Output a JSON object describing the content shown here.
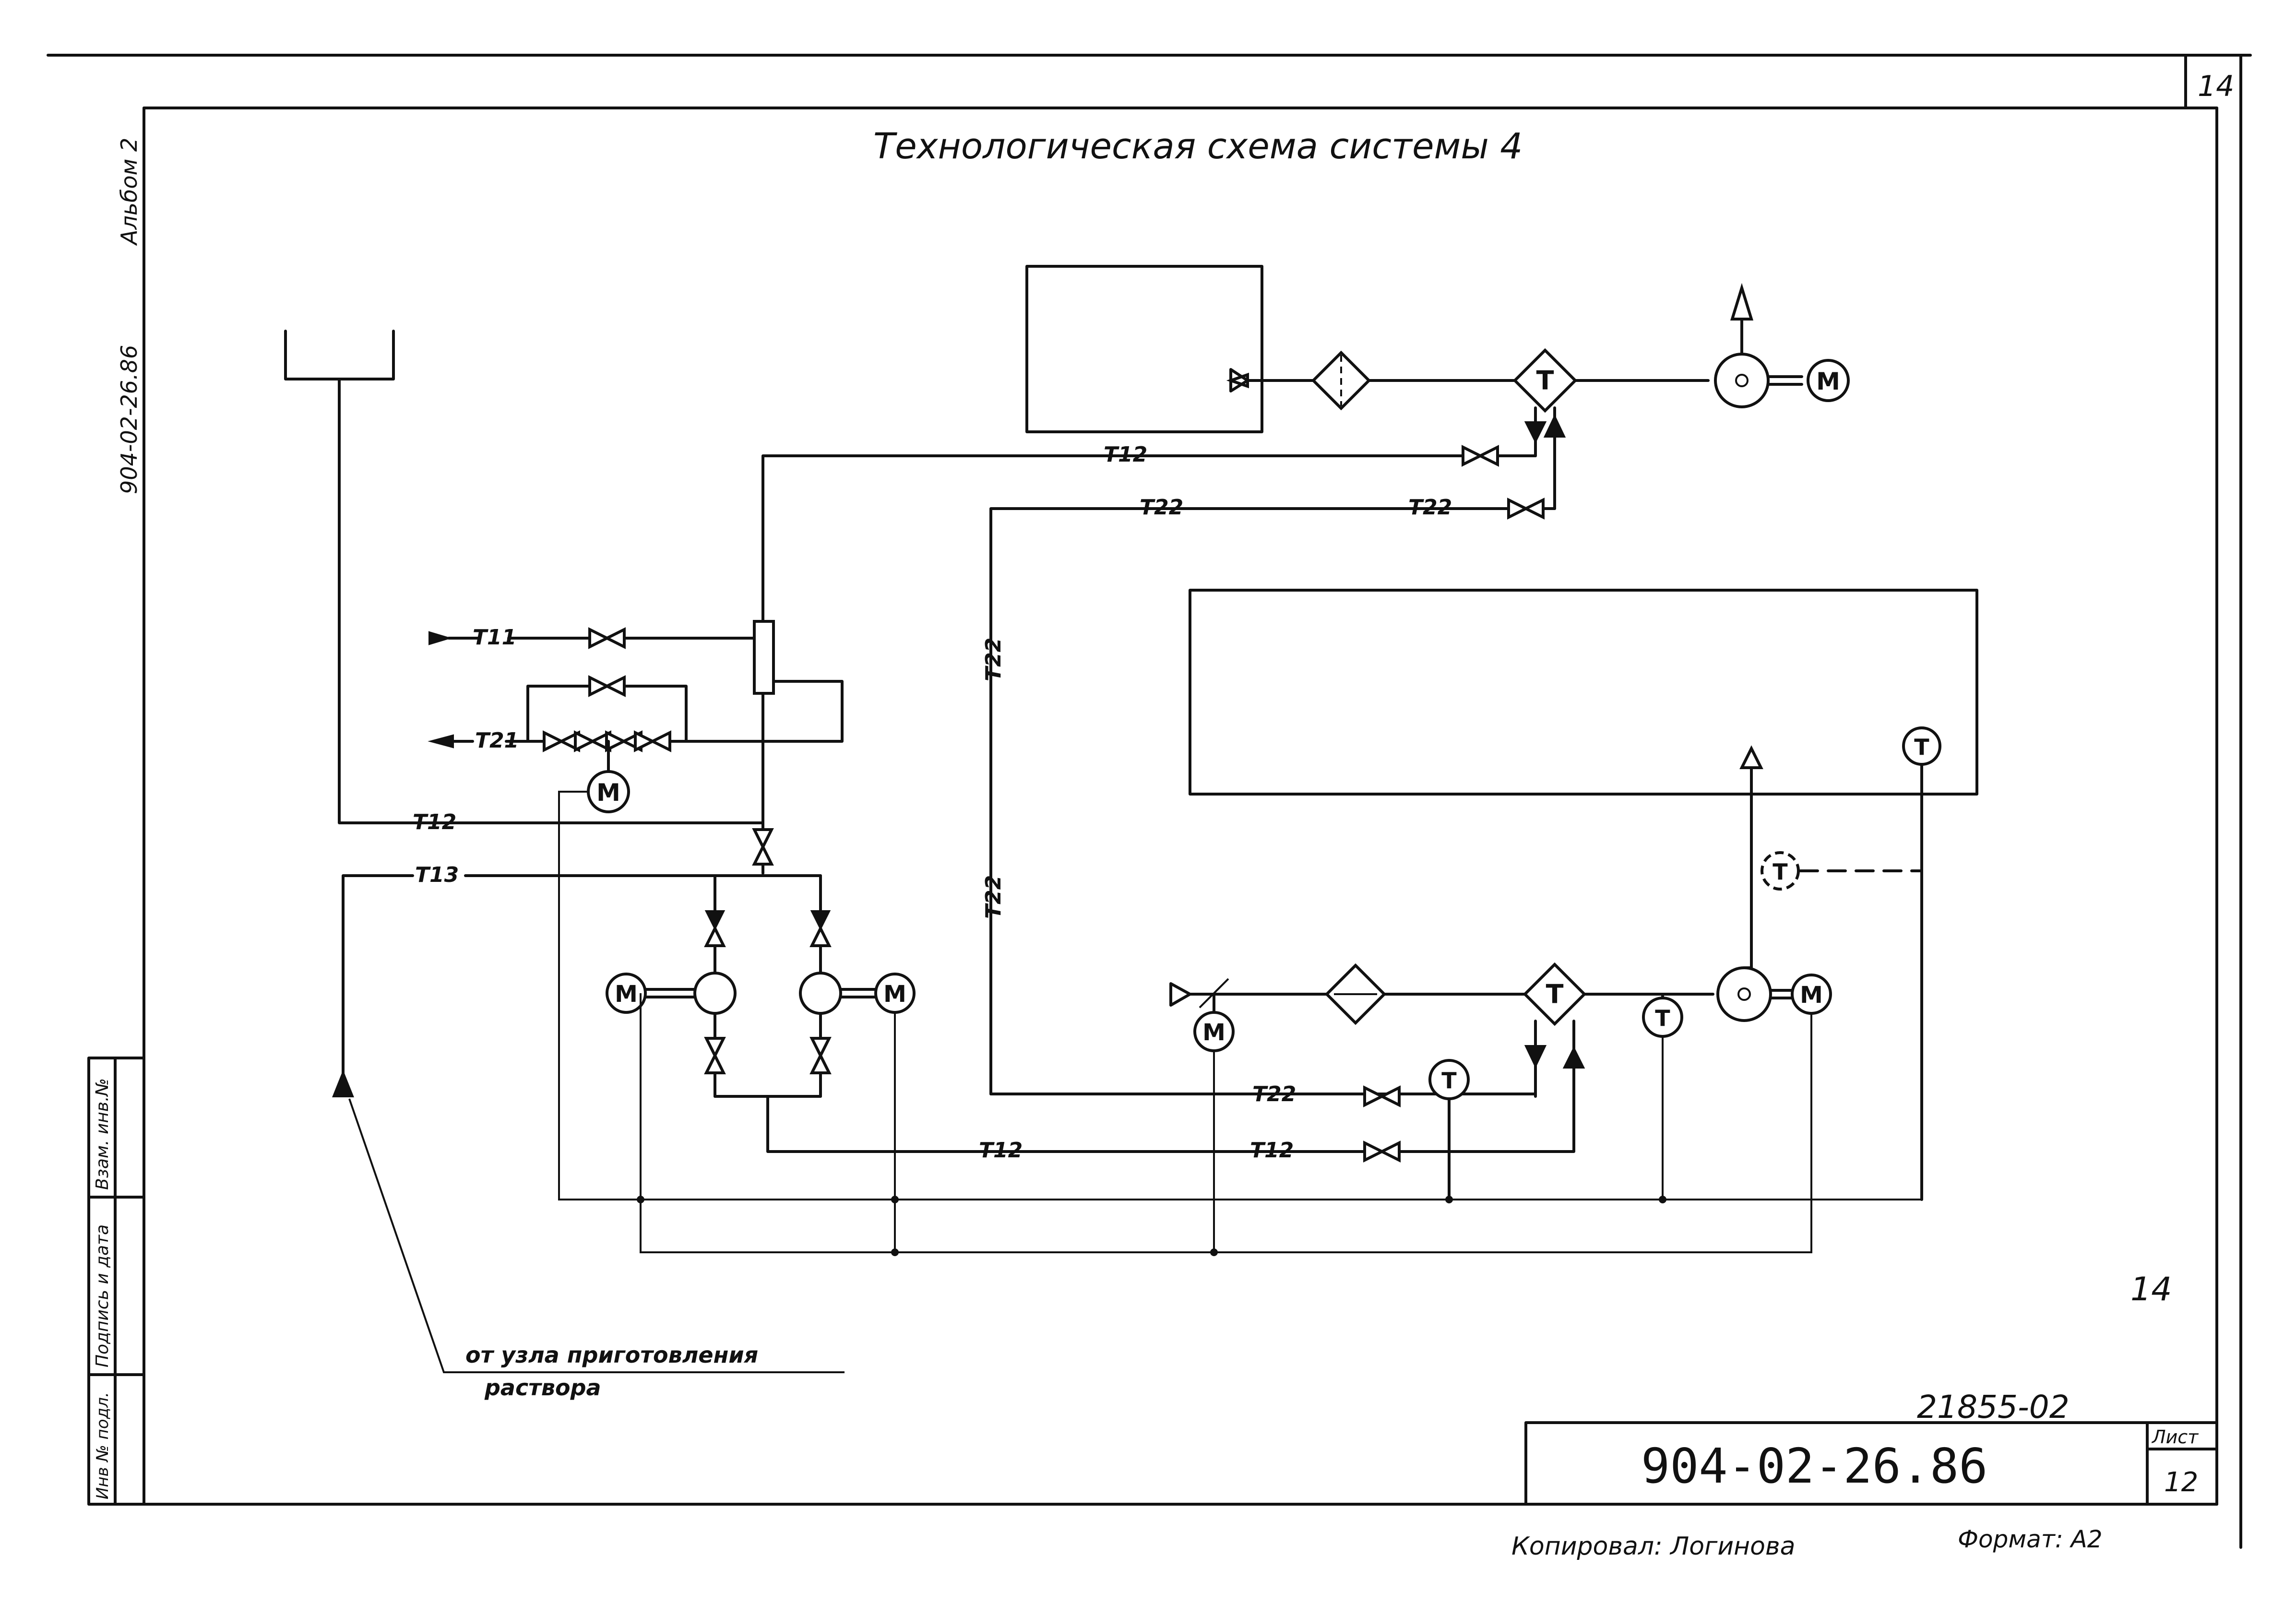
{
  "title": "Технологическая схема системы 4",
  "sheet_corner_number": "14",
  "side_text": {
    "album": "Альбом 2",
    "project_code": "904-02-26.86"
  },
  "stamp_fields": {
    "inv_podl": "Инв № подл.",
    "podpis_data": "Подпись и дата",
    "vzam_inv": "Взам. инв.№"
  },
  "line_labels": {
    "t11": "Т11",
    "t12": "Т12",
    "t13": "Т13",
    "t21": "Т21",
    "t22": "Т22"
  },
  "symbols": {
    "motor": "М",
    "thermo": "Т"
  },
  "note": {
    "line1": "от узла приготовления",
    "line2": "раствора"
  },
  "handwritten_mark": "14",
  "inventory_number": "21855-02",
  "title_block": {
    "designation": "904-02-26.86",
    "sheet_label": "Лист",
    "sheet_number": "12"
  },
  "footer": {
    "copied_by": "Копировал: Логинова",
    "format": "Формат: А2"
  }
}
